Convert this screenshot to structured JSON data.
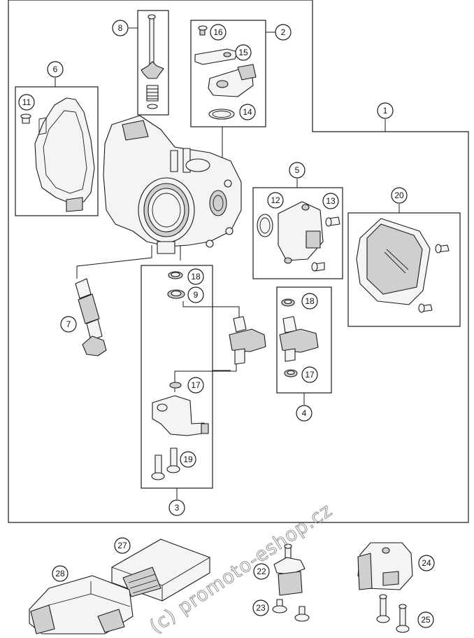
{
  "callouts": {
    "c1": "1",
    "c2": "2",
    "c3": "3",
    "c4": "4",
    "c5": "5",
    "c6": "6",
    "c7": "7",
    "c8": "8",
    "c9": "9",
    "c11": "11",
    "c12": "12",
    "c13": "13",
    "c14": "14",
    "c15": "15",
    "c16": "16",
    "c17a": "17",
    "c17b": "17",
    "c18a": "18",
    "c18b": "18",
    "c19": "19",
    "c20": "20",
    "c22": "22",
    "c23": "23",
    "c24": "24",
    "c25": "25",
    "c27": "27",
    "c28": "28"
  },
  "watermark": "(c) promoto-eshop.cz"
}
